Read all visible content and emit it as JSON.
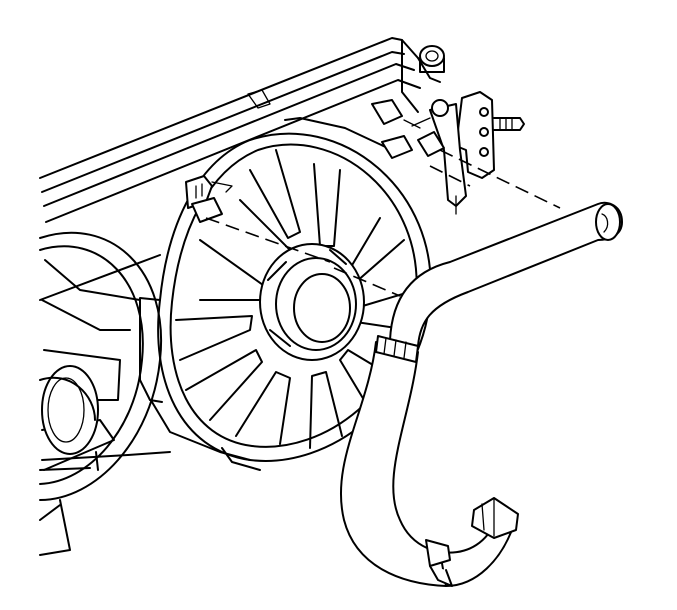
{
  "figure": {
    "components": [
      "radiator",
      "left-cooling-fan",
      "right-cooling-fan",
      "fan-electrical-connector",
      "radiator-outlet-hose",
      "hose-clamp",
      "radiator-mounting-bracket"
    ]
  }
}
